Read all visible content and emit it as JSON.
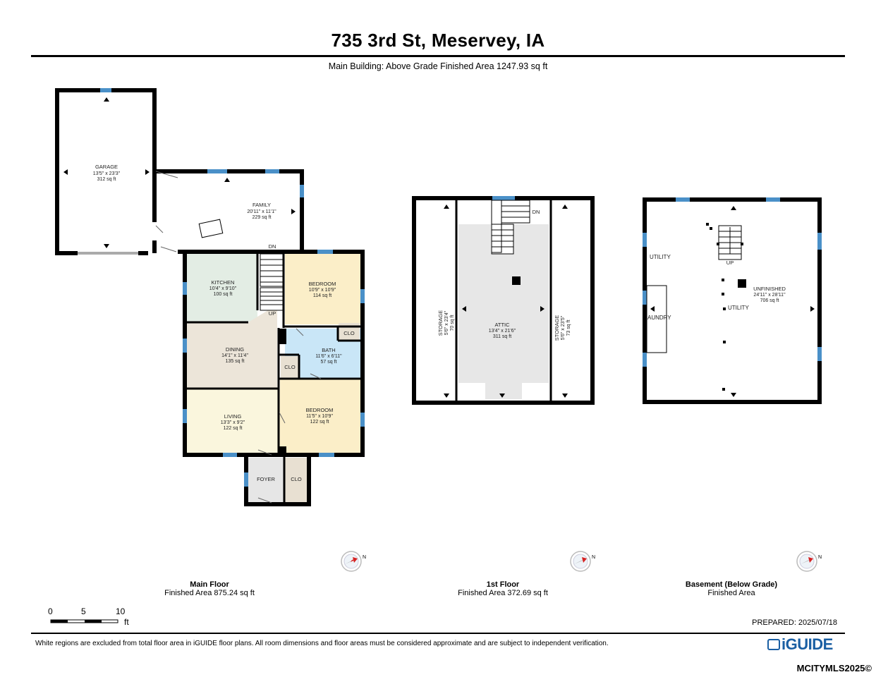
{
  "title": "735 3rd St, Meservey, IA",
  "subtitle": "Main Building: Above Grade Finished Area 1247.93 sq ft",
  "rooms": {
    "garage": {
      "name": "GARAGE",
      "dims": "13'5\" x 23'3\"",
      "area": "312 sq ft"
    },
    "family": {
      "name": "FAMILY",
      "dims": "20'11\" x 11'1\"",
      "area": "229 sq ft"
    },
    "kitchen": {
      "name": "KITCHEN",
      "dims": "10'4\" x 9'10\"",
      "area": "100 sq ft"
    },
    "bedroom1": {
      "name": "BEDROOM",
      "dims": "10'9\" x 10'9\"",
      "area": "114 sq ft"
    },
    "bath": {
      "name": "BATH",
      "dims": "11'6\" x 6'11\"",
      "area": "57 sq ft"
    },
    "dining": {
      "name": "DINING",
      "dims": "14'1\" x 11'4\"",
      "area": "135 sq ft"
    },
    "living": {
      "name": "LIVING",
      "dims": "13'3\" x 9'2\"",
      "area": "122 sq ft"
    },
    "bedroom2": {
      "name": "BEDROOM",
      "dims": "11'5\" x 10'9\"",
      "area": "122 sq ft"
    },
    "foyer": {
      "name": "FOYER"
    },
    "clo": "CLO",
    "dn": "DN",
    "up": "UP",
    "attic": {
      "name": "ATTIC",
      "dims": "13'4\" x 21'6\"",
      "area": "311 sq ft"
    },
    "storage_left": {
      "name": "STORAGE",
      "dims": "5'6\" x 23'4\"",
      "area": "70 sq ft"
    },
    "storage_right": {
      "name": "STORAGE",
      "dims": "5'6\" x 23'5\"",
      "area": "73 sq ft"
    },
    "utility": "UTILITY",
    "laundry": "AUNDRY",
    "unfinished": {
      "name": "UNFINISHED",
      "dims": "24'11\" x 28'11\"",
      "area": "706 sq ft"
    }
  },
  "floors": [
    {
      "name": "Main Floor",
      "area": "Finished Area 875.24 sq ft"
    },
    {
      "name": "1st Floor",
      "area": "Finished Area 372.69 sq ft"
    },
    {
      "name": "Basement (Below Grade)",
      "area": "Finished Area"
    }
  ],
  "compass_label": "N",
  "scale": {
    "ticks": [
      "0",
      "5",
      "10"
    ],
    "unit": "ft"
  },
  "prepared": "PREPARED: 2025/07/18",
  "disclaimer": "White regions are excluded from total floor area in iGUIDE floor plans. All room dimensions and floor areas must be considered approximate and are subject to independent verification.",
  "brand": "iGUIDE",
  "watermark": "MCITYMLS2025©",
  "colors": {
    "kitchen": "#e3ede4",
    "dining": "#ece5d9",
    "living": "#faf6dd",
    "bedroom": "#fbeec8",
    "bath": "#c9e6f7",
    "foyer": "#e6e6e6",
    "closet": "#e8e0d2",
    "attic": "#e7e7e7",
    "window": "#4a90c8",
    "wall": "#000000",
    "brand": "#1a5fa3"
  }
}
